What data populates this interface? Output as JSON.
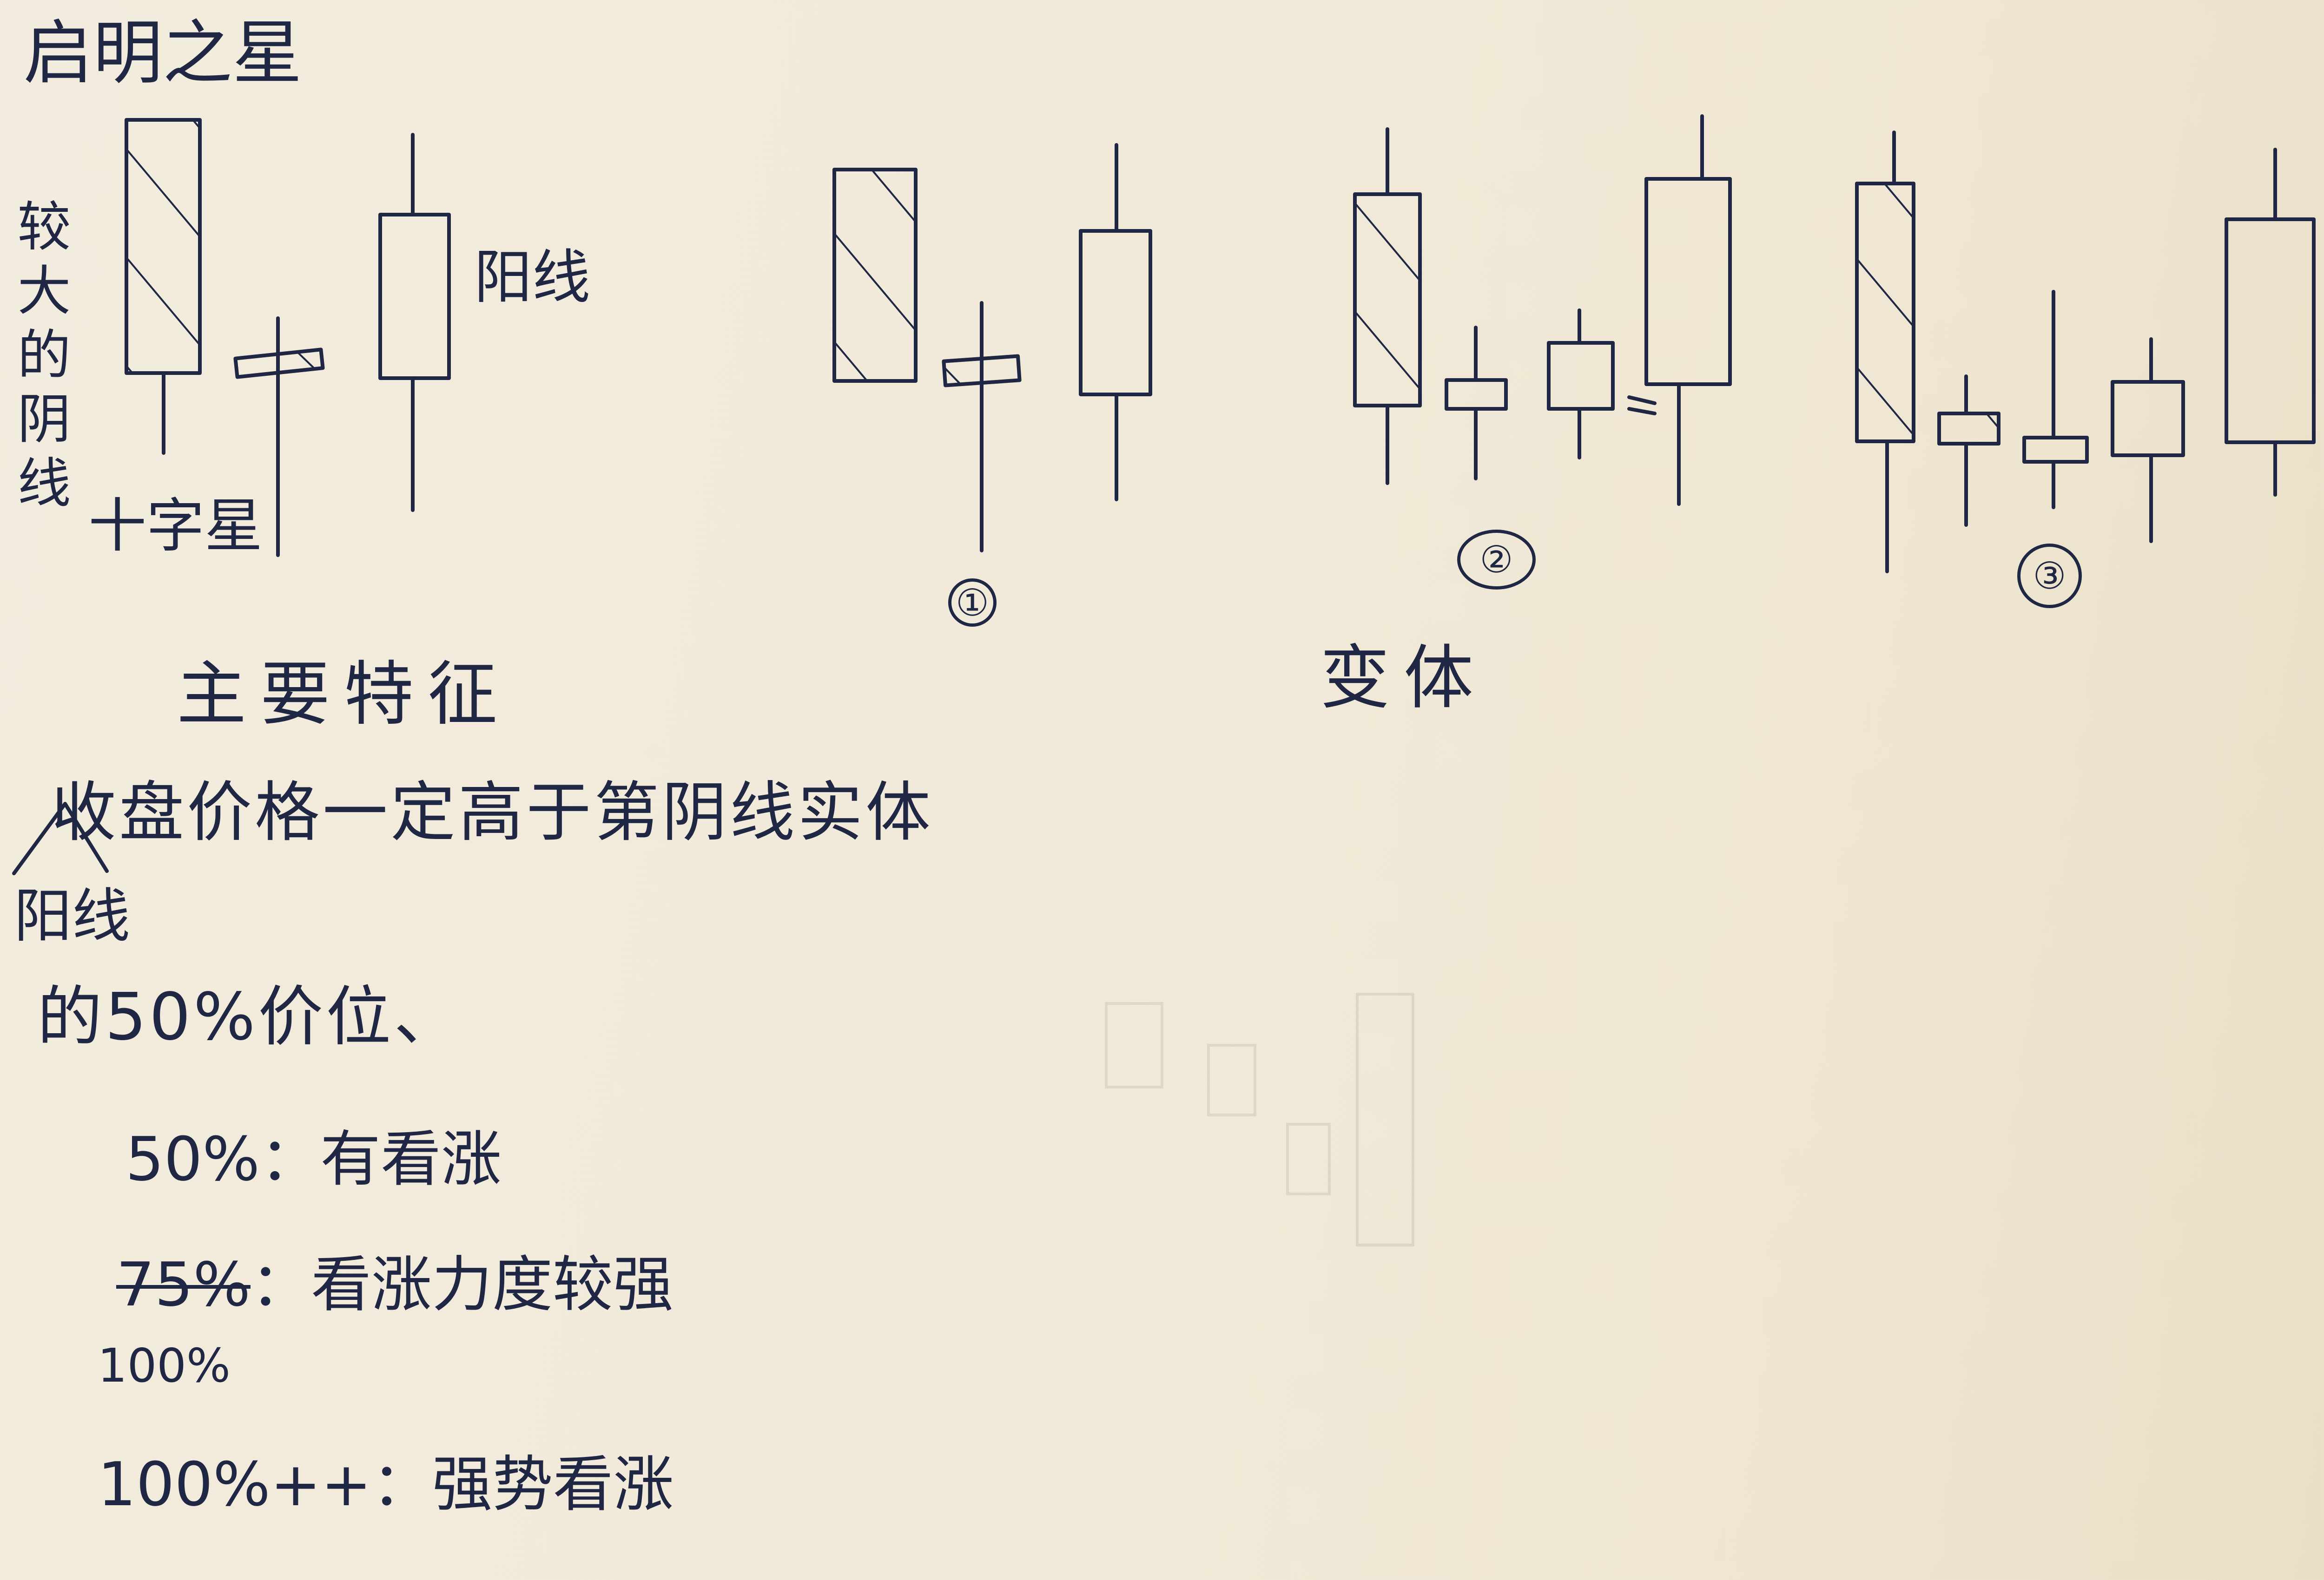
{
  "title": "启明之星",
  "labels": {
    "big_yin": "较大的阴线",
    "doji": "十字星",
    "yang": "阳线"
  },
  "variants": {
    "heading": "变体",
    "circle_1": "①",
    "circle_2": "②",
    "circle_3": "③"
  },
  "features": {
    "heading": "主要特征",
    "line1": "收盘价格一定高于第阴线实体",
    "insert_mark": "^",
    "insert_text": "阳线",
    "line2": "的50%价位、",
    "items": [
      {
        "pct": "50%",
        "sep": "：",
        "text": "有看涨"
      },
      {
        "pct": "75%",
        "pct_corrected": "100%",
        "sep": "：",
        "text": "看涨力度较强"
      },
      {
        "pct": "100%++",
        "sep": "：",
        "text": "强势看涨"
      }
    ]
  },
  "colors": {
    "ink": "#1f2745",
    "paper": "#f1ead9"
  }
}
